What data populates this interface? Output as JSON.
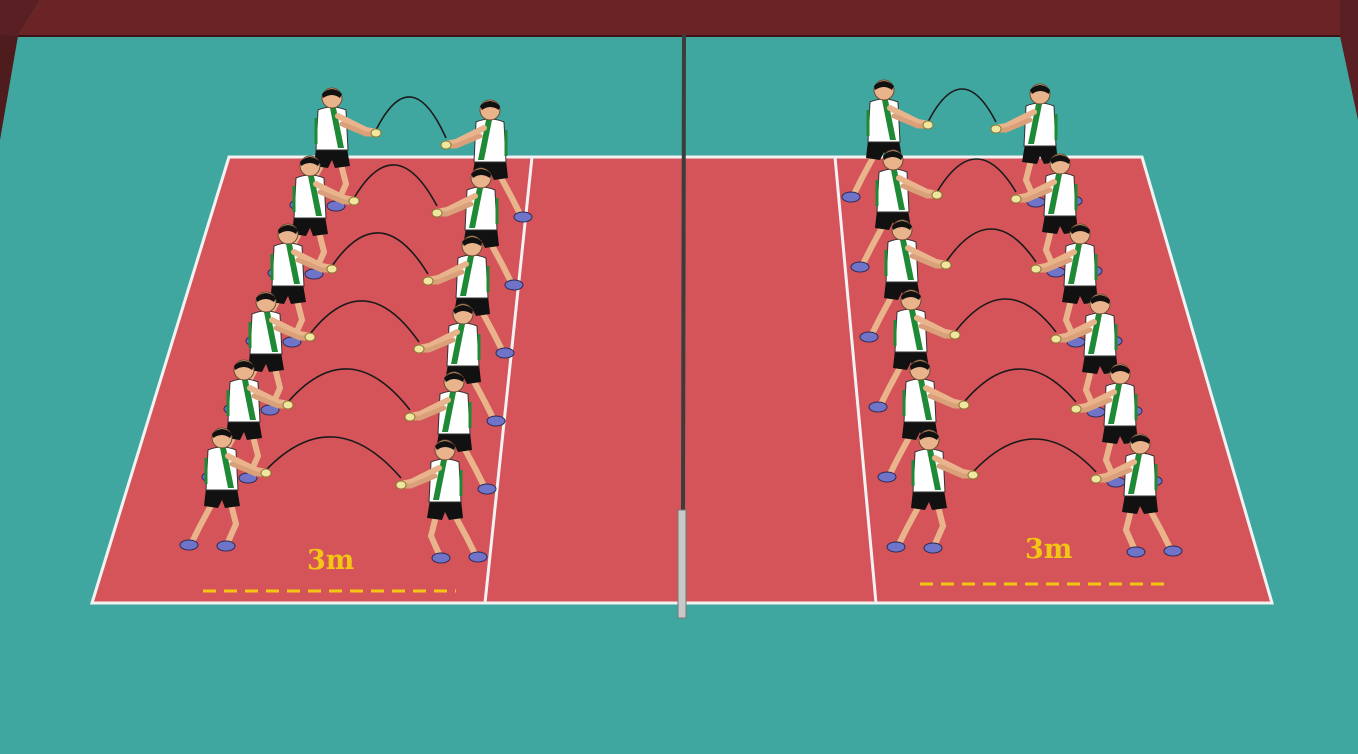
{
  "colors": {
    "floor": "#40a7a0",
    "court": "#d4545a",
    "lines": "#f2f2f2",
    "wall": "#6b2326",
    "net_post": "#3c3c3c",
    "distance_marker": "#f3c613",
    "shirt": "#ffffff",
    "shirt_trim": "#1f8a35",
    "shorts": "#111111",
    "skin": "#e9b48c",
    "shoes": "#6f74c8",
    "ball_path": "#1a1a1a"
  },
  "drill": {
    "pairs_per_side": 6,
    "left_distance_label": "3m",
    "right_distance_label": "3m"
  }
}
